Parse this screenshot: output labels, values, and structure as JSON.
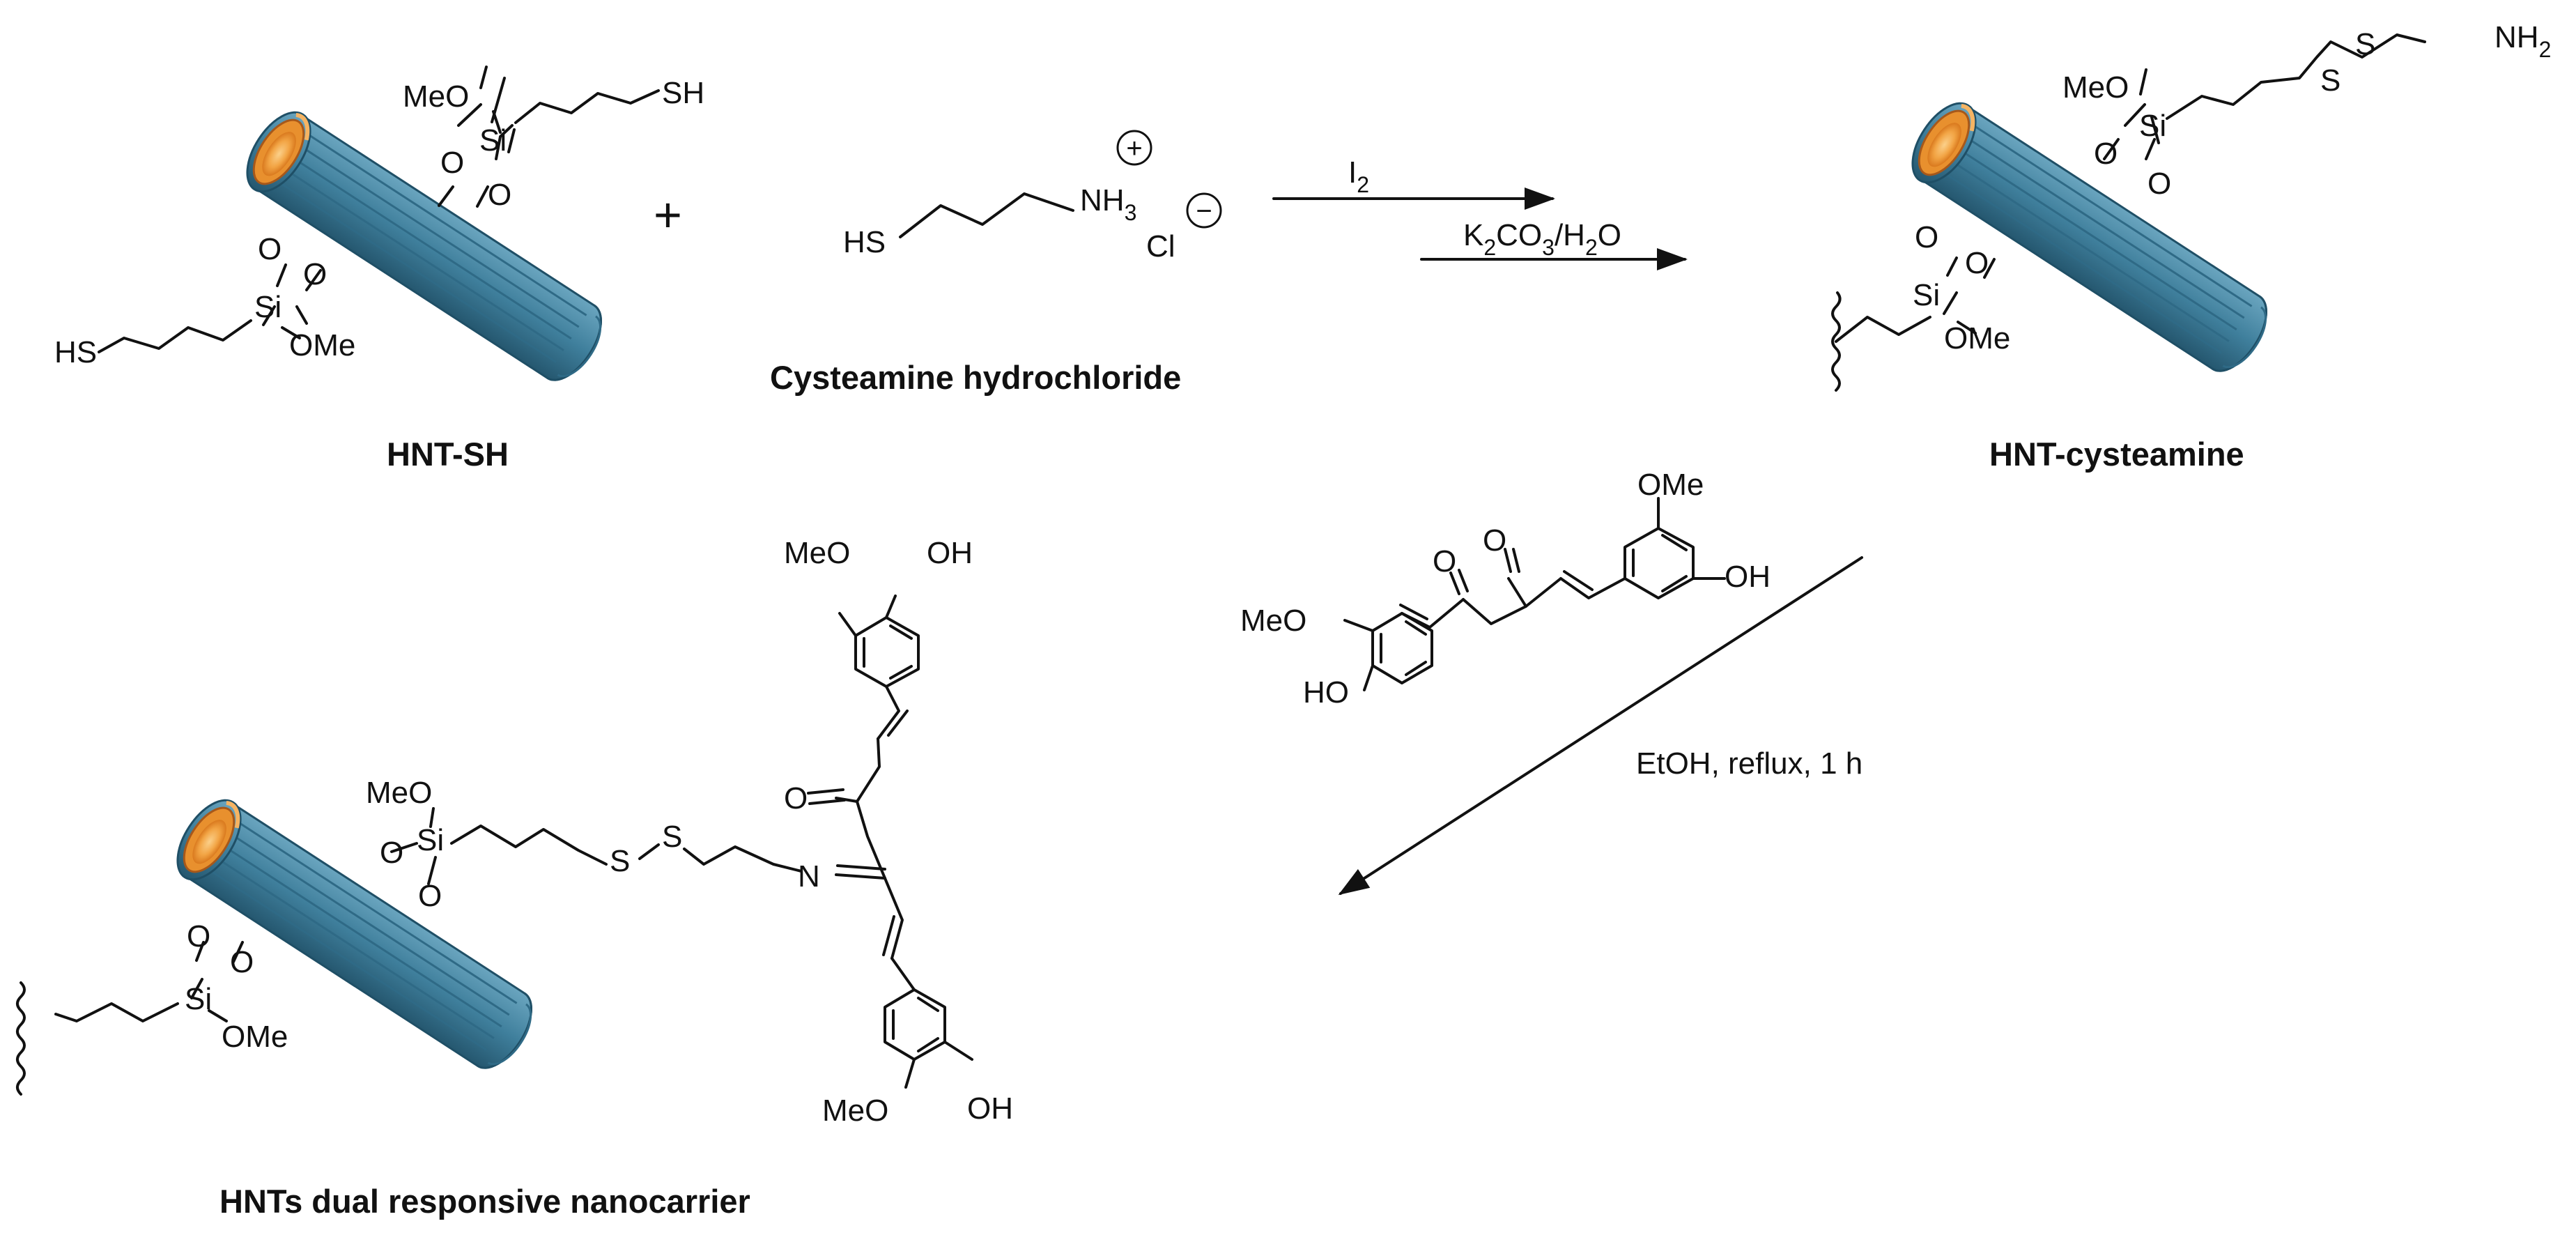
{
  "labels": {
    "hnt_sh": "HNT-SH",
    "cysteamine": "Cysteamine hydrochloride",
    "hnt_cysteamine": "HNT-cysteamine",
    "nanocarrier": "HNTs dual responsive nanocarrier"
  },
  "reagents": {
    "iodine": "I",
    "iodine_sub": "2",
    "k": "K",
    "k_sub": "2",
    "co": "CO",
    "co_sub": "3",
    "slash_h": "/H",
    "h_sub": "2",
    "o": "O",
    "ethanol": "EtOH, reflux, 1 h"
  },
  "atoms": {
    "meo": "MeO",
    "ome": "OMe",
    "si": "Si",
    "o": "O",
    "sh": "SH",
    "hs": "HS",
    "s": "S",
    "n": "N",
    "nh": "NH",
    "nh_sub": "2",
    "nh3_sub": "3",
    "cl": "Cl",
    "oh": "OH",
    "ho": "HO",
    "plus": "+",
    "charge_plus": "+",
    "charge_minus": "−"
  },
  "colors": {
    "tube": "#3f7f9c",
    "tube_dark": "#2b627c",
    "tube_light": "#5f9bb6",
    "lumen_outer": "#e8902e",
    "lumen_inner": "#f6b35a"
  }
}
